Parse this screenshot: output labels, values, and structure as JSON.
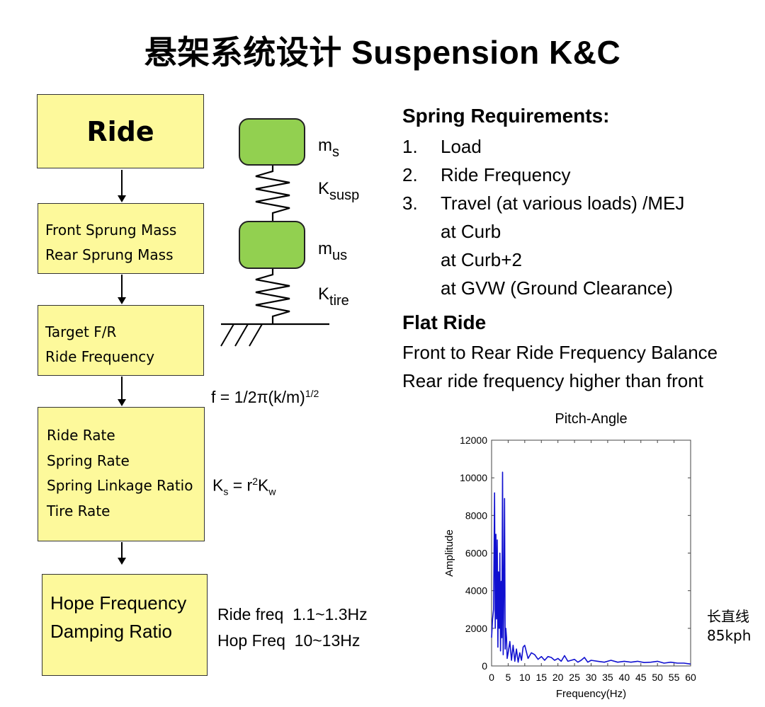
{
  "title": "悬架系统设计 Suspension K&C",
  "flow": {
    "ride": "Ride",
    "sprung": [
      "Front Sprung Mass",
      "Rear Sprung Mass"
    ],
    "target": [
      "Target F/R",
      "Ride Frequency"
    ],
    "rates": [
      "Ride Rate",
      "Spring Rate",
      "Spring Linkage Ratio",
      "Tire Rate"
    ],
    "hope": [
      "Hope Frequency",
      "Damping Ratio"
    ]
  },
  "model": {
    "ms": {
      "base": "m",
      "sub": "s"
    },
    "ksusp": {
      "base": "K",
      "sub": "susp"
    },
    "mus": {
      "base": "m",
      "sub": "us"
    },
    "ktire": {
      "base": "K",
      "sub": "tire"
    }
  },
  "formulas": {
    "freq_main": "f = 1/2π(k/m)",
    "freq_exp": "1/2",
    "ks_k": "K",
    "ks_s": "s",
    "ks_eq": " = r",
    "ks_sq": "2",
    "ks_kw": "K",
    "ks_w": "w"
  },
  "freqs": [
    "Ride freq  1.1~1.3Hz",
    "Hop Freq  10~13Hz"
  ],
  "spring_req": {
    "heading": "Spring Requirements:",
    "items": [
      {
        "num": "1.",
        "text": "Load"
      },
      {
        "num": "2.",
        "text": "Ride Frequency"
      },
      {
        "num": "3.",
        "text": "Travel (at various loads) /MEJ"
      }
    ],
    "sub_items": [
      "at Curb",
      "at Curb+2",
      "at GVW (Ground Clearance)"
    ]
  },
  "flat_ride": {
    "heading": "Flat Ride",
    "lines": [
      "Front to Rear Ride Frequency Balance",
      "Rear ride frequency higher than front"
    ]
  },
  "side_note": [
    "长直线",
    "85kph"
  ],
  "chart_data": {
    "type": "line",
    "title": "Pitch-Angle",
    "xlabel": "Frequency(Hz)",
    "ylabel": "Amplitude",
    "xlim": [
      0,
      60
    ],
    "ylim": [
      0,
      12000
    ],
    "xticks": [
      0,
      5,
      10,
      15,
      20,
      25,
      30,
      35,
      40,
      45,
      50,
      55,
      60
    ],
    "yticks": [
      0,
      2000,
      4000,
      6000,
      8000,
      10000,
      12000
    ],
    "grid": false,
    "series": [
      {
        "color": "#1010d0",
        "x": [
          0,
          0.3,
          0.6,
          0.9,
          1.1,
          1.3,
          1.5,
          1.7,
          1.9,
          2.1,
          2.3,
          2.5,
          2.7,
          2.9,
          3.1,
          3.3,
          3.5,
          3.7,
          3.9,
          4.1,
          4.3,
          4.5,
          4.7,
          5.0,
          5.5,
          6,
          6.5,
          7,
          7.5,
          8,
          8.5,
          9,
          9.5,
          10,
          11,
          12,
          13,
          14,
          15,
          16,
          17,
          18,
          19,
          20,
          21,
          22,
          23,
          24,
          25,
          26,
          27,
          28,
          29,
          30,
          32,
          34,
          36,
          38,
          40,
          42,
          44,
          46,
          48,
          50,
          52,
          54,
          56,
          58,
          60
        ],
        "y": [
          1500,
          2500,
          3000,
          9200,
          2000,
          7000,
          2500,
          6700,
          1000,
          5000,
          2000,
          6000,
          800,
          4500,
          1500,
          10300,
          600,
          3800,
          8900,
          900,
          2000,
          1500,
          400,
          700,
          1300,
          300,
          1100,
          250,
          900,
          200,
          700,
          300,
          1000,
          1100,
          400,
          700,
          600,
          350,
          500,
          300,
          500,
          450,
          300,
          400,
          250,
          550,
          250,
          300,
          350,
          200,
          300,
          450,
          200,
          300,
          250,
          200,
          300,
          200,
          250,
          200,
          250,
          180,
          200,
          250,
          150,
          200,
          150,
          150,
          100
        ]
      }
    ]
  }
}
